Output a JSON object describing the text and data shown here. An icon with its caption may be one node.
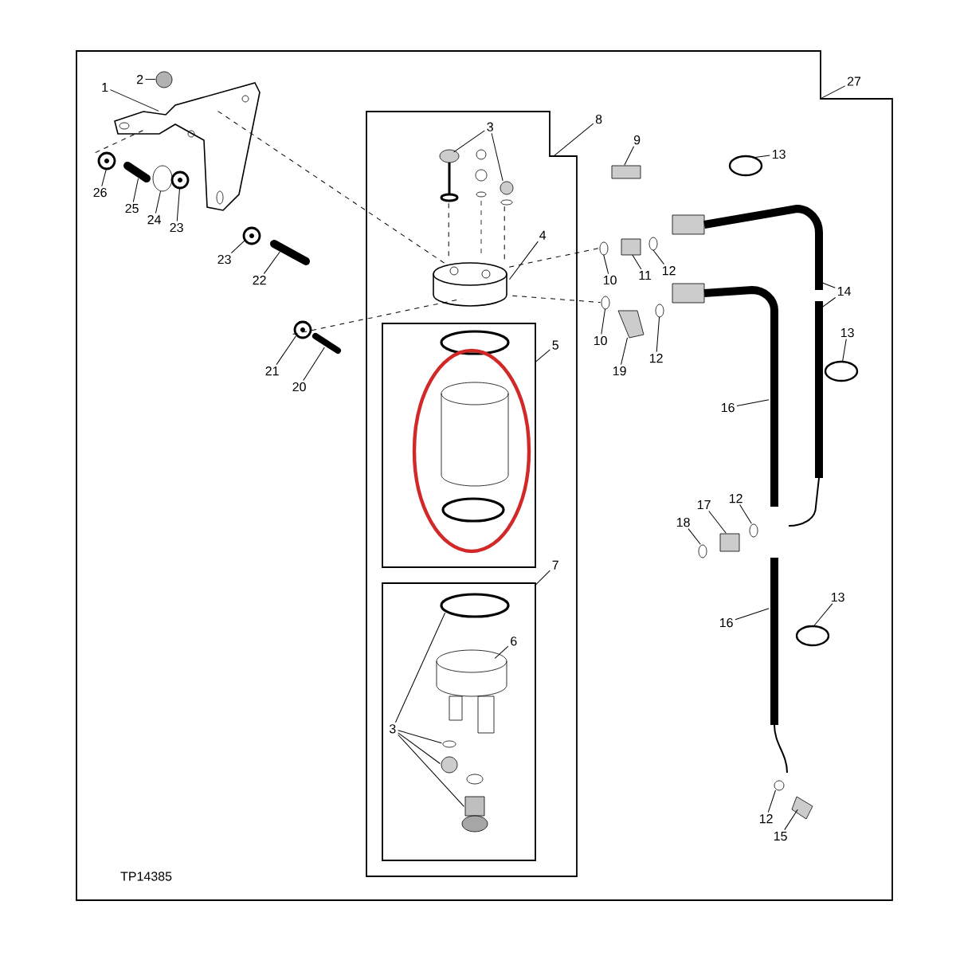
{
  "diagram": {
    "nodes": [
      {
        "text": [],
        "shape": "box"
      },
      {
        "text": [],
        "shape": "box",
        "in": 0
      },
      {
        "text": [],
        "shape": "box",
        "in": 1
      },
      {
        "text": [],
        "shape": "box",
        "in": 1
      },
      {
        "text": [
          "1"
        ],
        "in": 0
      },
      {
        "text": [
          "2"
        ],
        "in": 0
      },
      {
        "text": [
          "3"
        ],
        "in": 1
      },
      {
        "text": [
          "8"
        ],
        "in": 0
      },
      {
        "text": [
          "27"
        ]
      },
      {
        "text": [
          "9"
        ],
        "in": 0
      },
      {
        "text": [
          "13"
        ],
        "in": 0
      },
      {
        "text": [
          "26"
        ],
        "in": 0
      },
      {
        "text": [
          "25"
        ],
        "in": 0
      },
      {
        "text": [
          "24"
        ],
        "in": 0
      },
      {
        "text": [
          "23"
        ],
        "in": 0
      },
      {
        "text": [
          "4"
        ],
        "in": 1
      },
      {
        "text": [
          "23"
        ],
        "in": 0
      },
      {
        "text": [
          "10"
        ],
        "in": 0
      },
      {
        "text": [
          "11"
        ],
        "in": 0
      },
      {
        "text": [
          "12"
        ],
        "in": 0
      },
      {
        "text": [
          "14"
        ],
        "in": 0
      },
      {
        "text": [
          "22"
        ],
        "in": 0
      },
      {
        "text": [
          "10"
        ],
        "in": 0
      },
      {
        "text": [
          "12"
        ],
        "in": 0
      },
      {
        "text": [
          "13"
        ],
        "in": 0
      },
      {
        "text": [
          "5"
        ],
        "in": 1
      },
      {
        "text": [
          "21"
        ],
        "in": 0
      },
      {
        "text": [
          "19"
        ],
        "in": 0
      },
      {
        "text": [
          "20"
        ],
        "in": 0
      },
      {
        "text": [
          "16"
        ],
        "in": 0
      },
      {
        "text": [
          "12"
        ],
        "in": 0
      },
      {
        "text": [
          "17"
        ],
        "in": 0
      },
      {
        "text": [
          "18"
        ],
        "in": 0
      },
      {
        "text": [
          "7"
        ],
        "in": 1
      },
      {
        "text": [
          "13"
        ],
        "in": 0
      },
      {
        "text": [
          "16"
        ],
        "in": 0
      },
      {
        "text": [
          "6"
        ],
        "in": 3
      },
      {
        "text": [
          "3"
        ],
        "in": 3
      },
      {
        "text": [
          "12"
        ],
        "in": 0
      },
      {
        "text": [
          "15"
        ],
        "in": 0
      },
      {
        "text": [],
        "shape": "picture",
        "in": 0
      },
      {
        "text": [],
        "shape": "circle",
        "in": 0
      },
      {
        "text": [],
        "shape": "picture",
        "in": 1
      },
      {
        "text": [],
        "shape": "circle",
        "in": 1
      },
      {
        "text": [],
        "shape": "box",
        "in": 0
      },
      {
        "text": [],
        "shape": "circle",
        "in": 0
      },
      {
        "text": [],
        "shape": "picture",
        "in": 0
      },
      {
        "text": [],
        "shape": "picture",
        "in": 0
      },
      {
        "text": [],
        "shape": "circle",
        "in": 0
      },
      {
        "text": [],
        "shape": "picture",
        "in": 0
      },
      {
        "text": [],
        "shape": "cylinder",
        "in": 1
      },
      {
        "text": [],
        "shape": "picture",
        "in": 0
      },
      {
        "text": [],
        "shape": "picture",
        "in": 0
      },
      {
        "text": [],
        "shape": "box",
        "in": 0
      },
      {
        "text": [],
        "shape": "picture",
        "in": 0
      },
      {
        "text": [],
        "shape": "picture",
        "in": 0
      },
      {
        "text": [],
        "shape": "picture",
        "in": 0
      },
      {
        "text": [],
        "shape": "picture",
        "in": 0
      },
      {
        "text": [],
        "shape": "picture",
        "in": 0
      },
      {
        "text": [],
        "shape": "picture",
        "in": 0
      },
      {
        "text": [],
        "shape": "circle",
        "in": 0
      },
      {
        "text": [],
        "shape": "picture",
        "in": 0
      },
      {
        "text": [],
        "shape": "picture",
        "in": 0
      },
      {
        "text": [],
        "shape": "picture",
        "in": 0
      },
      {
        "text": [],
        "shape": "picture",
        "in": 0
      },
      {
        "text": [],
        "shape": "picture",
        "in": 0
      },
      {
        "text": [],
        "shape": "box",
        "in": 0
      },
      {
        "text": [],
        "shape": "picture",
        "in": 0
      },
      {
        "text": [],
        "shape": "circle",
        "in": 0
      },
      {
        "text": [],
        "shape": "picture",
        "in": 0
      },
      {
        "text": [],
        "shape": "picture",
        "in": 3
      },
      {
        "text": [],
        "shape": "circle",
        "in": 3
      },
      {
        "text": [],
        "shape": "picture",
        "in": 3
      },
      {
        "text": [],
        "shape": "circle",
        "in": 3
      },
      {
        "text": [],
        "shape": "picture",
        "in": 3
      },
      {
        "text": [],
        "shape": "picture",
        "in": 0
      },
      {
        "text": [],
        "shape": "picture",
        "in": 0
      }
    ],
    "edges": [
      {
        "from": 4,
        "to": 40,
        "arrow": "none"
      },
      {
        "from": 5,
        "to": 41,
        "arrow": "none"
      },
      {
        "from": 6,
        "to": 42,
        "arrow": "none"
      },
      {
        "from": 6,
        "to": 43,
        "arrow": "none"
      },
      {
        "from": 7,
        "to": 1,
        "arrow": "none"
      },
      {
        "from": 8,
        "to": 0,
        "arrow": "none"
      },
      {
        "from": 9,
        "to": 44,
        "arrow": "none"
      },
      {
        "from": 10,
        "to": 45,
        "arrow": "none"
      },
      {
        "from": 11,
        "to": 46,
        "arrow": "none"
      },
      {
        "from": 12,
        "to": 47,
        "arrow": "none"
      },
      {
        "from": 13,
        "to": 48,
        "arrow": "none"
      },
      {
        "from": 14,
        "to": 49,
        "arrow": "none"
      },
      {
        "from": 15,
        "to": 50,
        "arrow": "none"
      },
      {
        "from": 16,
        "to": 51,
        "arrow": "none"
      },
      {
        "from": 17,
        "to": 52,
        "arrow": "none"
      },
      {
        "from": 18,
        "to": 53,
        "arrow": "none"
      },
      {
        "from": 19,
        "to": 54,
        "arrow": "none"
      },
      {
        "from": 20,
        "to": 55,
        "arrow": "none"
      },
      {
        "from": 20,
        "to": 56,
        "arrow": "none"
      },
      {
        "from": 21,
        "to": 57,
        "arrow": "none"
      },
      {
        "from": 22,
        "to": 58,
        "arrow": "none"
      },
      {
        "from": 23,
        "to": 59,
        "arrow": "none"
      },
      {
        "from": 24,
        "to": 60,
        "arrow": "none"
      },
      {
        "from": 25,
        "to": 2,
        "arrow": "none"
      },
      {
        "from": 26,
        "to": 61,
        "arrow": "none"
      },
      {
        "from": 27,
        "to": 62,
        "arrow": "none"
      },
      {
        "from": 28,
        "to": 63,
        "arrow": "none"
      },
      {
        "from": 29,
        "to": 64,
        "arrow": "none"
      },
      {
        "from": 30,
        "to": 65,
        "arrow": "none"
      },
      {
        "from": 31,
        "to": 66,
        "arrow": "none"
      },
      {
        "from": 32,
        "to": 67,
        "arrow": "none"
      },
      {
        "from": 33,
        "to": 3,
        "arrow": "none"
      },
      {
        "from": 34,
        "to": 68,
        "arrow": "none"
      },
      {
        "from": 35,
        "to": 69,
        "arrow": "none"
      },
      {
        "from": 36,
        "to": 70,
        "arrow": "none"
      },
      {
        "from": 37,
        "to": 71,
        "arrow": "none"
      },
      {
        "from": 37,
        "to": 72,
        "arrow": "none"
      },
      {
        "from": 37,
        "to": 73,
        "arrow": "none"
      },
      {
        "from": 37,
        "to": 74,
        "arrow": "none"
      },
      {
        "from": 38,
        "to": 75,
        "arrow": "none"
      },
      {
        "from": 39,
        "to": 76,
        "arrow": "none"
      },
      {
        "from": 46,
        "to": 40,
        "arrow": "none",
        "style": "dashed"
      },
      {
        "from": 40,
        "to": 50,
        "arrow": "none",
        "style": "dashed"
      },
      {
        "from": 61,
        "to": 50,
        "arrow": "none",
        "style": "dashed"
      },
      {
        "from": 42,
        "to": 50,
        "arrow": "none",
        "style": "dashed"
      },
      {
        "from": 43,
        "to": 50,
        "arrow": "none",
        "style": "dashed"
      },
      {
        "from": 50,
        "to": 52,
        "arrow": "none",
        "style": "dashed"
      },
      {
        "from": 50,
        "to": 58,
        "arrow": "none",
        "style": "dashed"
      }
    ],
    "labels": [
      "TP14385"
    ]
  }
}
